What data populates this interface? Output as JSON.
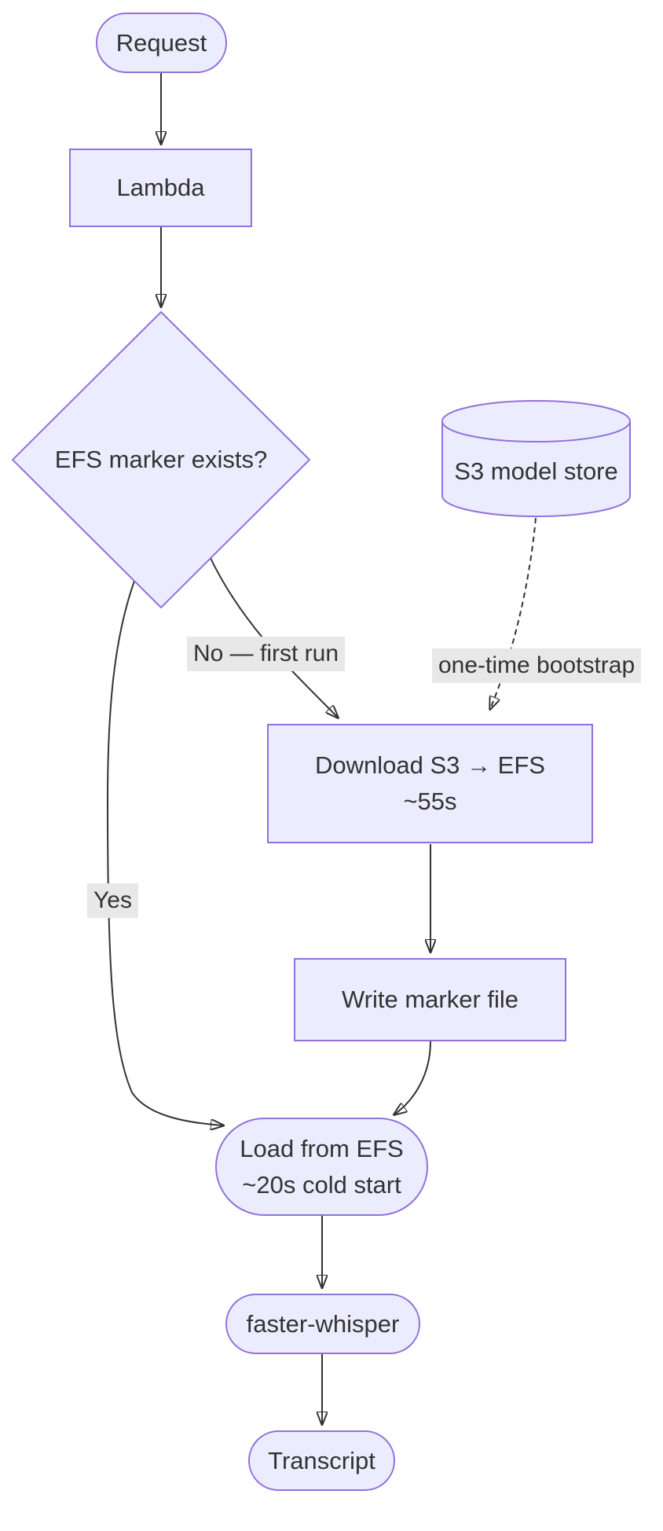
{
  "diagram": {
    "type": "flowchart",
    "nodes": {
      "request": {
        "label": "Request",
        "shape": "stadium"
      },
      "lambda": {
        "label": "Lambda",
        "shape": "rect"
      },
      "decision": {
        "label": "EFS marker exists?",
        "shape": "diamond"
      },
      "s3": {
        "label": "S3 model store",
        "shape": "cylinder"
      },
      "download": {
        "line1": "Download S3 → EFS",
        "line2": "~55s",
        "shape": "rect"
      },
      "write_marker": {
        "label": "Write marker file",
        "shape": "rect"
      },
      "load_efs": {
        "line1": "Load from EFS",
        "line2": "~20s cold start",
        "shape": "stadium"
      },
      "faster_whisper": {
        "label": "faster-whisper",
        "shape": "stadium"
      },
      "transcript": {
        "label": "Transcript",
        "shape": "stadium"
      }
    },
    "edge_labels": {
      "no_first_run": "No — first run",
      "one_time_bootstrap": "one-time bootstrap",
      "yes": "Yes"
    },
    "colors": {
      "node_fill": "#ECECFF",
      "node_border": "#9370DB",
      "edge_stroke": "#333333",
      "edge_label_bg": "#e8e8e8",
      "text": "#333333",
      "background": "#ffffff"
    }
  }
}
